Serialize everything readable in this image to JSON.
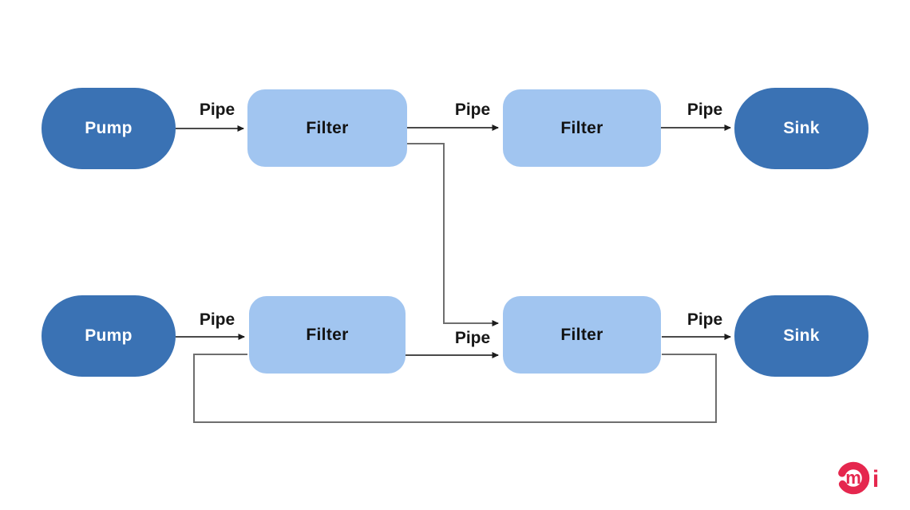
{
  "diagram": {
    "type": "pipes-and-filters-architecture",
    "nodes": [
      {
        "id": "pump-top",
        "label": "Pump",
        "kind": "pump"
      },
      {
        "id": "filter-top-1",
        "label": "Filter",
        "kind": "filter"
      },
      {
        "id": "filter-top-2",
        "label": "Filter",
        "kind": "filter"
      },
      {
        "id": "sink-top",
        "label": "Sink",
        "kind": "sink"
      },
      {
        "id": "pump-bottom",
        "label": "Pump",
        "kind": "pump"
      },
      {
        "id": "filter-bottom-1",
        "label": "Filter",
        "kind": "filter"
      },
      {
        "id": "filter-bottom-2",
        "label": "Filter",
        "kind": "filter"
      },
      {
        "id": "sink-bottom",
        "label": "Sink",
        "kind": "sink"
      }
    ],
    "edges": [
      {
        "from": "pump-top",
        "to": "filter-top-1",
        "label": "Pipe",
        "style": "arrow"
      },
      {
        "from": "filter-top-1",
        "to": "filter-top-2",
        "label": "Pipe",
        "style": "arrow"
      },
      {
        "from": "filter-top-2",
        "to": "sink-top",
        "label": "Pipe",
        "style": "arrow"
      },
      {
        "from": "filter-top-1",
        "to": "filter-bottom-2",
        "label": "",
        "style": "elbow-arrow"
      },
      {
        "from": "pump-bottom",
        "to": "filter-bottom-1",
        "label": "Pipe",
        "style": "arrow"
      },
      {
        "from": "filter-bottom-1",
        "to": "filter-bottom-2",
        "label": "Pipe",
        "style": "arrow"
      },
      {
        "from": "filter-bottom-2",
        "to": "sink-bottom",
        "label": "Pipe",
        "style": "arrow"
      },
      {
        "from": "filter-bottom-2",
        "to": "filter-bottom-1",
        "label": "",
        "style": "feedback-loop"
      }
    ],
    "colors": {
      "node_dark": "#3a72b4",
      "node_light": "#a1c5f0",
      "edge_dark": "#4a4a4a",
      "edge_gray": "#6e6e6e",
      "arrow_color": "#1c1c1c",
      "label_color": "#161616",
      "logo_color": "#e5274e",
      "bg": "#ffffff"
    }
  },
  "logo": {
    "name": "cmi-logo",
    "text_inner": "m",
    "text_outer": "i"
  }
}
